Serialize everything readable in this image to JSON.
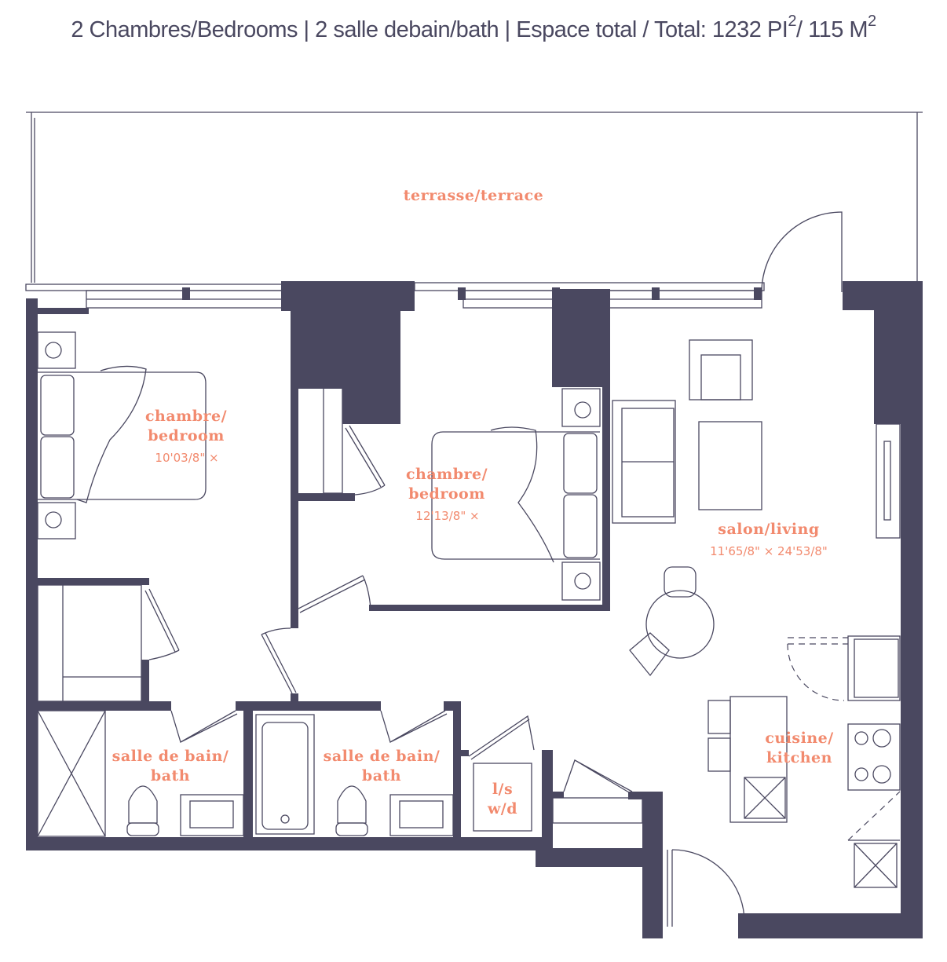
{
  "header": {
    "prefix": "2 Chambres/Bedrooms | 2 salle debain/bath | Espace total / Total: 1232 PI",
    "sup1": "2",
    "mid": "/ 115 M",
    "sup2": "2"
  },
  "rooms": {
    "terrace": "terrasse/terrace",
    "bedroom1": {
      "line1": "chambre/",
      "line2": "bedroom",
      "dim": "10'03/8\" ×"
    },
    "bedroom2": {
      "line1": "chambre/",
      "line2": "bedroom",
      "dim": "12'13/8\" ×"
    },
    "living": {
      "line1": "salon/living",
      "dim": "11'65/8\" × 24'53/8\""
    },
    "kitchen": {
      "line1": "cuisine/",
      "line2": "kitchen"
    },
    "bath1": {
      "line1": "salle de bain/",
      "line2": "bath"
    },
    "bath2": {
      "line1": "salle de bain/",
      "line2": "bath"
    },
    "laundry": {
      "line1": "l/s",
      "line2": "w/d"
    }
  },
  "colors": {
    "wall": "#4a4860",
    "label": "#f28a6e"
  }
}
